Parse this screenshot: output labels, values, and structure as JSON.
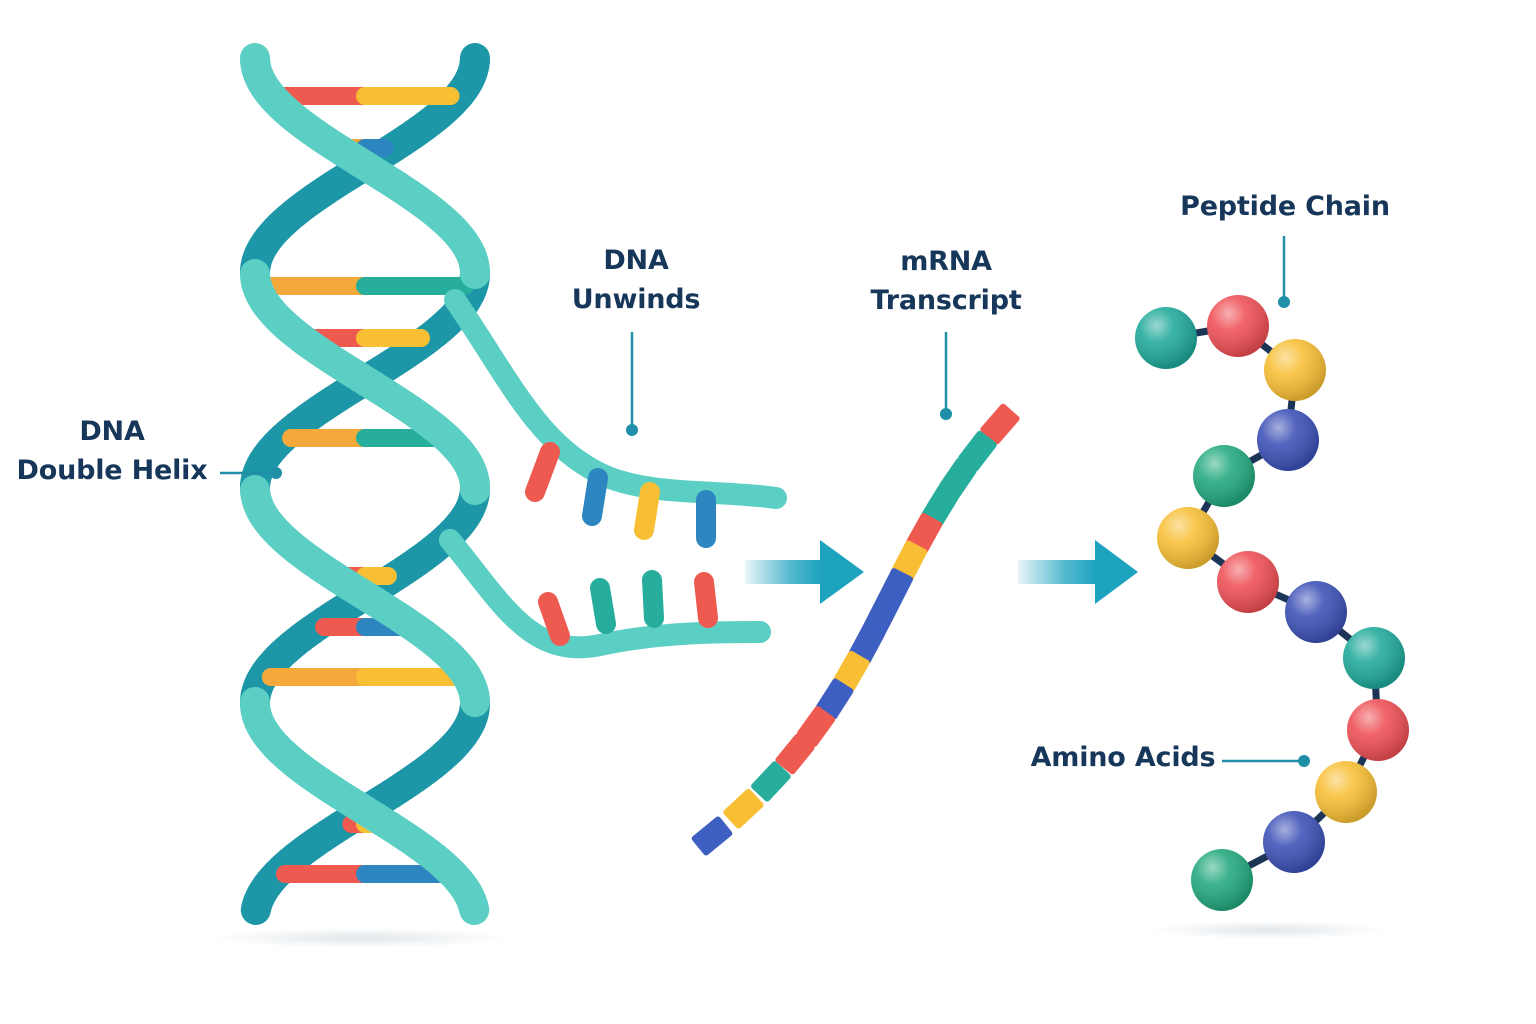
{
  "labels": {
    "dna_helix": [
      "DNA",
      "Double Helix"
    ],
    "dna_unwinds": [
      "DNA",
      "Unwinds"
    ],
    "mrna": [
      "mRNA",
      "Transcript"
    ],
    "peptide": "Peptide Chain",
    "amino": "Amino Acids"
  },
  "colors": {
    "label_text": "#17375a",
    "callout_line": "#1f8fa8",
    "backbone_front": "#5ccfc4",
    "backbone_back": "#1d97a8",
    "base_red": "#ef5a50",
    "base_orange": "#f6a93b",
    "base_yellow": "#f8bf35",
    "base_blue": "#2e86c1",
    "base_teal": "#26ad9c",
    "mrna_red": "#ef5a50",
    "mrna_teal": "#26ad9c",
    "mrna_yellow": "#f8bf35",
    "mrna_blue": "#3e5fc2",
    "amino_teal": "#1fa99a",
    "amino_red": "#ee4f55",
    "amino_yellow": "#f8bf35",
    "amino_blue": "#3c50b6",
    "amino_green": "#22a87e",
    "peptide_link": "#1c3557",
    "arrow": "#1ea3bf"
  },
  "helix": {
    "base_pairs": [
      [
        "base_red",
        "base_yellow"
      ],
      [
        "base_orange",
        "base_blue"
      ],
      [
        "base_orange",
        "base_teal"
      ],
      [
        "base_red",
        "base_yellow"
      ],
      [
        "base_teal",
        "base_blue"
      ],
      [
        "base_orange",
        "base_teal"
      ],
      [
        "base_red",
        "base_yellow"
      ],
      [
        "base_red",
        "base_blue"
      ],
      [
        "base_orange",
        "base_yellow"
      ],
      [
        "base_red",
        "base_yellow"
      ],
      [
        "base_red",
        "base_blue"
      ]
    ]
  },
  "unwound_strand": {
    "upper_bases": [
      "base_red",
      "base_blue",
      "base_yellow",
      "base_blue"
    ],
    "lower_bases": [
      "base_red",
      "base_teal",
      "base_teal",
      "base_red"
    ]
  },
  "mrna": {
    "nucleotides": [
      "mrna_red",
      "mrna_teal",
      "mrna_teal",
      "mrna_teal",
      "mrna_red",
      "mrna_yellow",
      "mrna_blue",
      "mrna_blue",
      "mrna_blue",
      "mrna_yellow",
      "mrna_blue",
      "mrna_red",
      "mrna_red",
      "mrna_teal",
      "mrna_yellow",
      "mrna_blue"
    ]
  },
  "peptide": {
    "amino_acids": [
      "amino_teal",
      "amino_red",
      "amino_yellow",
      "amino_blue",
      "amino_green",
      "amino_yellow",
      "amino_red",
      "amino_blue",
      "amino_teal",
      "amino_red",
      "amino_yellow",
      "amino_blue",
      "amino_green"
    ]
  }
}
